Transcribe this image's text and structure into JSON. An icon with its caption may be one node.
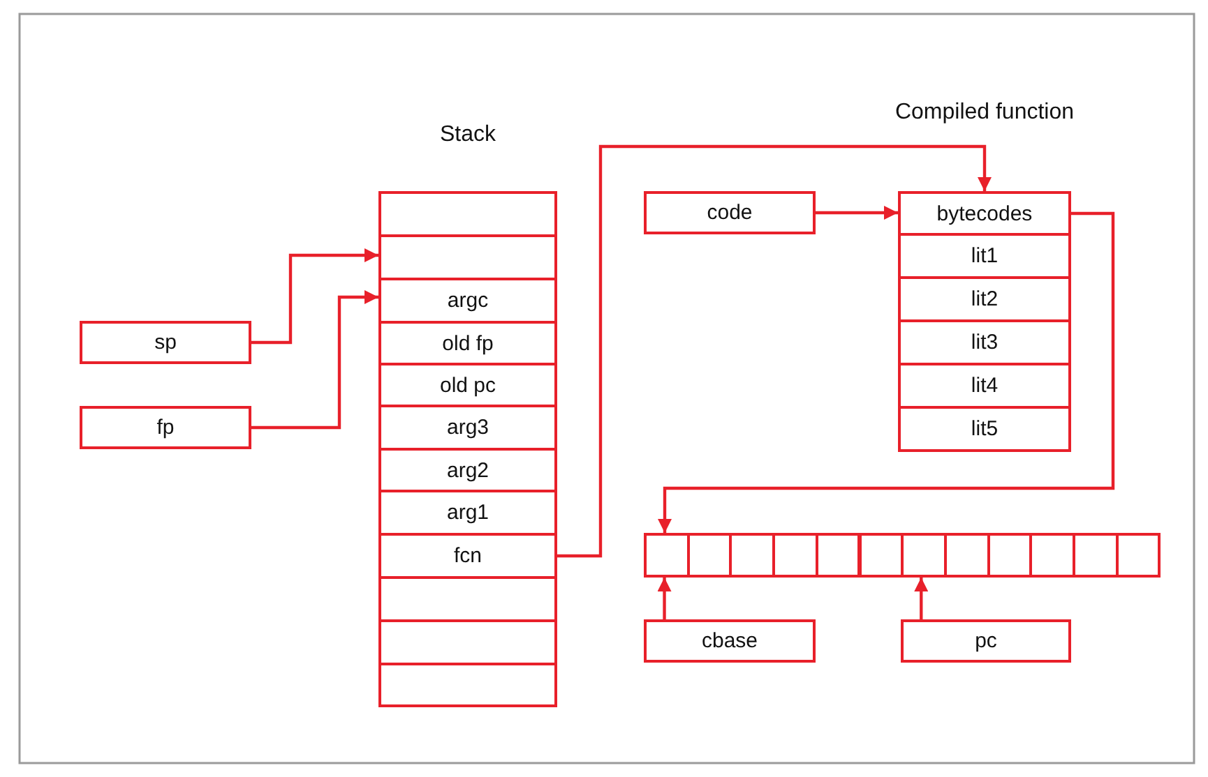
{
  "diagram": {
    "nodes": [
      {
        "text": [
          "sp"
        ]
      },
      {
        "text": [
          "fp"
        ]
      },
      {
        "text": [
          "Stack"
        ]
      },
      {
        "text": [],
        "shape": "box",
        "in": 2
      },
      {
        "text": [],
        "shape": "box",
        "in": 2
      },
      {
        "text": [
          "argc"
        ],
        "in": 2
      },
      {
        "text": [
          "old fp"
        ],
        "in": 2
      },
      {
        "text": [
          "old pc"
        ],
        "in": 2
      },
      {
        "text": [
          "arg3"
        ],
        "in": 2
      },
      {
        "text": [
          "arg2"
        ],
        "in": 2
      },
      {
        "text": [
          "arg1"
        ],
        "in": 2
      },
      {
        "text": [
          "fcn"
        ],
        "in": 2
      },
      {
        "text": [],
        "shape": "box",
        "in": 2
      },
      {
        "text": [],
        "shape": "box",
        "in": 2
      },
      {
        "text": [],
        "shape": "box",
        "in": 2
      },
      {
        "text": [
          "Compiled function"
        ]
      },
      {
        "text": [
          "bytecodes"
        ],
        "in": 15
      },
      {
        "text": [
          "lit1"
        ],
        "in": 15
      },
      {
        "text": [
          "lit2"
        ],
        "in": 15
      },
      {
        "text": [
          "lit3"
        ],
        "in": 15
      },
      {
        "text": [
          "lit4"
        ],
        "in": 15
      },
      {
        "text": [
          "lit5"
        ],
        "in": 15
      },
      {
        "text": [
          "code"
        ]
      },
      {
        "text": [],
        "shape": "box"
      },
      {
        "text": [],
        "shape": "box"
      },
      {
        "text": [],
        "shape": "box"
      },
      {
        "text": [],
        "shape": "box"
      },
      {
        "text": [],
        "shape": "box"
      },
      {
        "text": [],
        "shape": "box"
      },
      {
        "text": [],
        "shape": "box"
      },
      {
        "text": [],
        "shape": "box"
      },
      {
        "text": [],
        "shape": "box"
      },
      {
        "text": [],
        "shape": "box"
      },
      {
        "text": [],
        "shape": "box"
      },
      {
        "text": [],
        "shape": "box"
      },
      {
        "text": [
          "cbase"
        ]
      },
      {
        "text": [
          "pc"
        ]
      }
    ],
    "edges": [
      {
        "from": 0,
        "to": 4,
        "arrow": "to"
      },
      {
        "from": 1,
        "to": 5,
        "arrow": "to"
      },
      {
        "from": 11,
        "to": 16,
        "arrow": "to"
      },
      {
        "from": 22,
        "to": 16,
        "arrow": "to"
      },
      {
        "from": 16,
        "to": 23,
        "arrow": "to"
      },
      {
        "from": 35,
        "to": 23,
        "arrow": "to"
      },
      {
        "from": 36,
        "to": 29,
        "arrow": "to"
      }
    ]
  }
}
